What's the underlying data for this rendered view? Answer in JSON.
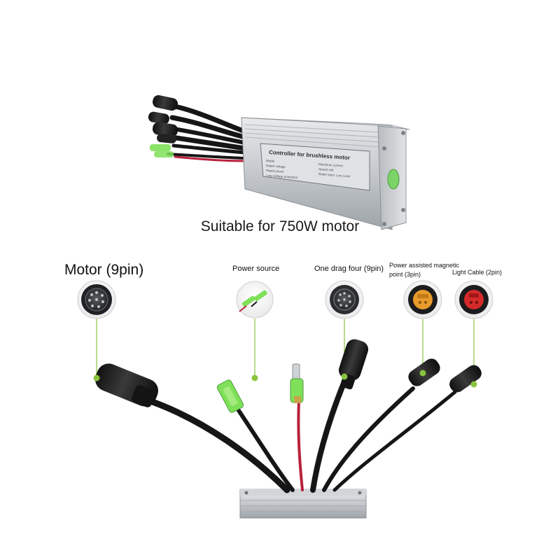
{
  "product": {
    "caption": "Suitable for 750W motor",
    "label_title": "Controller for brushless motor",
    "label_fields": [
      "Model",
      "Rated voltage",
      "Rated power",
      "Low-voltage protection",
      "Maximum current",
      "Speed volt",
      "Brake input",
      "Low Level"
    ]
  },
  "connectors": [
    {
      "label": "Motor (9pin)",
      "icon": "motor-9pin-connector"
    },
    {
      "label": "Power source",
      "icon": "power-spade-terminals"
    },
    {
      "label": "One drag four (9pin)",
      "icon": "one-drag-four-connector"
    },
    {
      "label_line1": "Power assisted magnetic",
      "label_line2": "point (3pin)",
      "icon": "pas-3pin-connector"
    },
    {
      "label": "Light Cable (2pin)",
      "icon": "light-2pin-connector"
    }
  ],
  "colors": {
    "accent_green": "#8ac43f",
    "cable_black": "#1b1b1b",
    "cable_red": "#b8213a",
    "housing_silver": "#c9ccd0",
    "pas_orange": "#e89a2a",
    "light_red": "#d62a2a",
    "terminal_green": "#7fe05a"
  }
}
